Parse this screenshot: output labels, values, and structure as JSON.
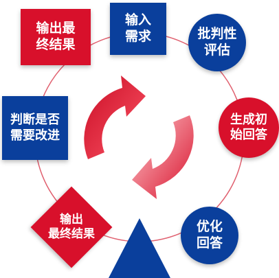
{
  "nodes": {
    "input": "输入\n需求",
    "critique": "批判性\n评估",
    "generate": "生成初\n始回答",
    "optimize": "优化\n回答",
    "output_bottom": "输出\n最终结果",
    "judge": "判断是否\n需要改进",
    "output_top": "输出最\n终结果"
  },
  "colors": {
    "red": "#d8102b",
    "blue": "#0a3f9c",
    "ring_line": "#e0606f"
  },
  "icons": {
    "center": "refresh-cycle-icon",
    "triangle": "triangle-shape"
  }
}
